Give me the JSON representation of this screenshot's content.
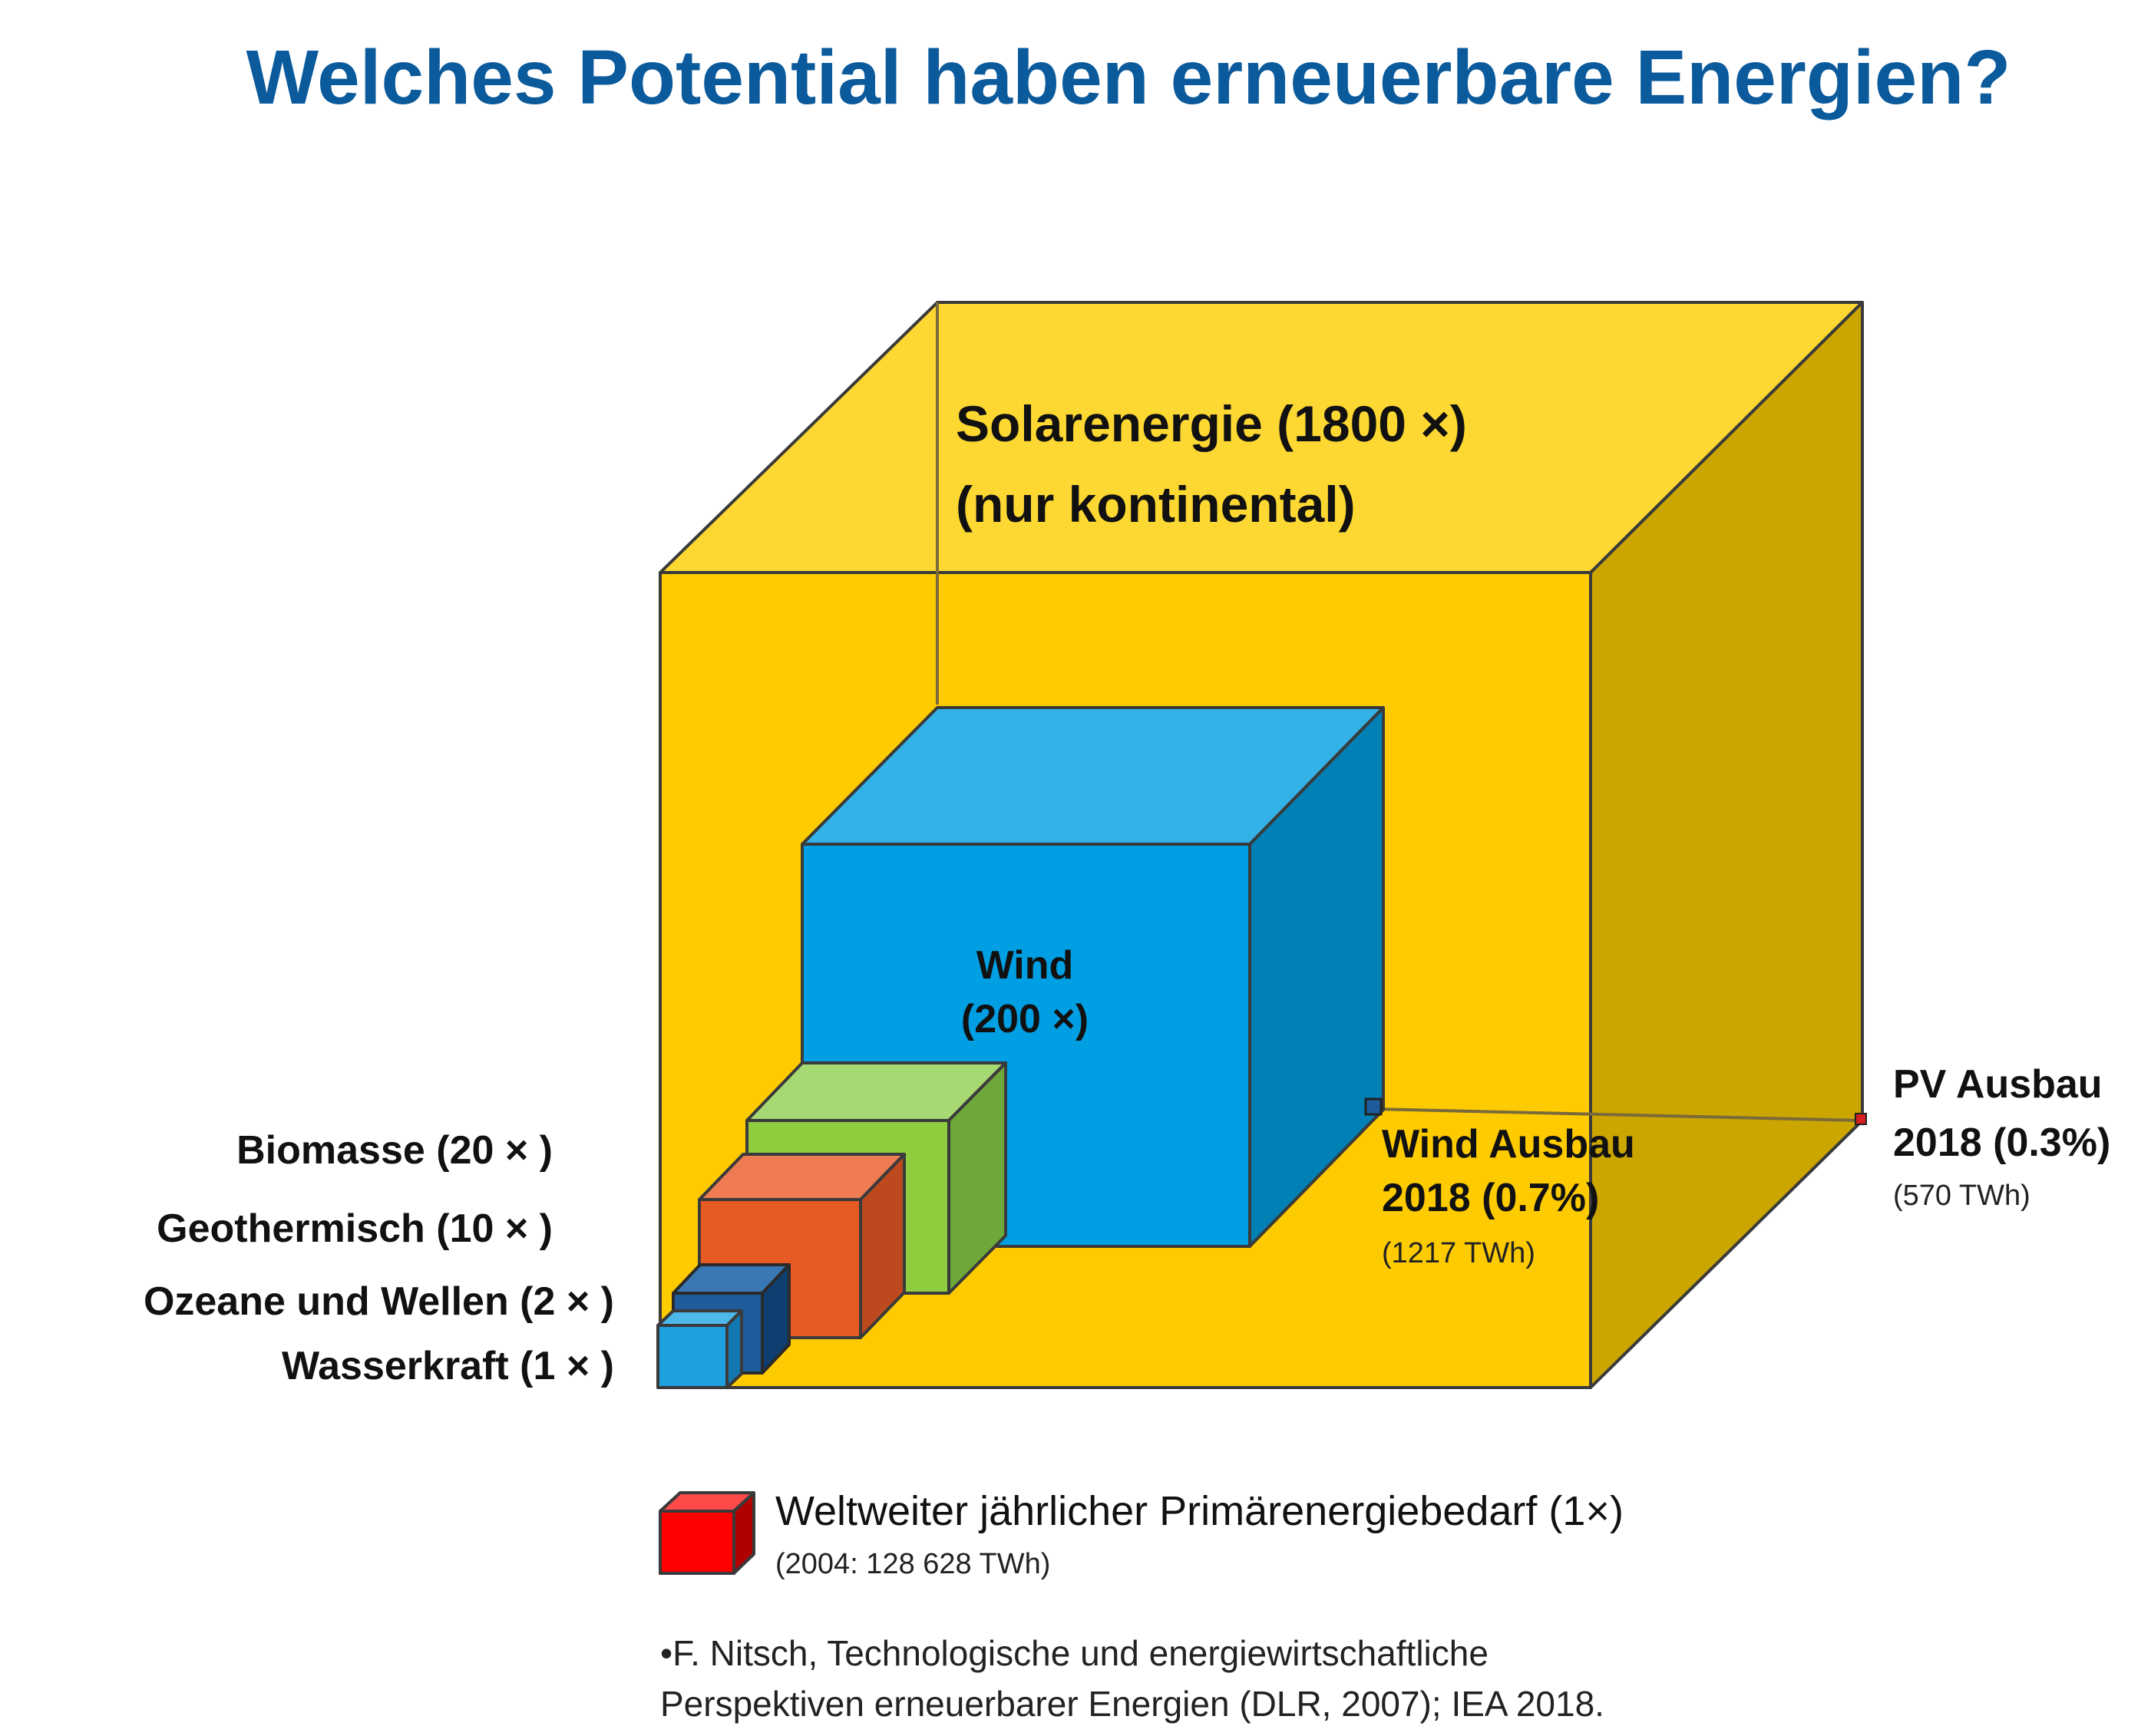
{
  "title": "Welches Potential haben erneuerbare Energien?",
  "cubes": {
    "solar": {
      "line1": "Solarenergie (1800 ×)",
      "line2": "(nur kontinental)",
      "multiple": 1800
    },
    "wind": {
      "line1": "Wind",
      "line2": "(200 ×)",
      "multiple": 200
    },
    "biomasse": {
      "label": "Biomasse (20 × )",
      "multiple": 20
    },
    "geothermisch": {
      "label": "Geothermisch (10 × )",
      "multiple": 10
    },
    "ozeane": {
      "label": "Ozeane und Wellen (2 × )",
      "multiple": 2
    },
    "wasserkraft": {
      "label": "Wasserkraft (1 × )",
      "multiple": 1
    }
  },
  "markers": {
    "wind_ausbau": {
      "line1": "Wind Ausbau",
      "line2": "2018 (0.7%)",
      "detail": "(1217 TWh)"
    },
    "pv_ausbau": {
      "line1": "PV Ausbau",
      "line2": "2018 (0.3%)",
      "detail": "(570 TWh)"
    }
  },
  "legend": {
    "label": "Weltweiter jährlicher Primärenergiebedarf (1×)",
    "detail": "(2004: 128 628 TWh)"
  },
  "source": {
    "line1": "•F. Nitsch, Technologische und energiewirtschaftliche",
    "line2": "Perspektiven erneuerbarer Energien (DLR, 2007); IEA 2018."
  },
  "colors": {
    "title": "#0a5a9c",
    "solar_front": "#fecb00",
    "solar_top": "#fed832",
    "solar_side": "#cba500",
    "wind_front": "#009fe3",
    "wind_top": "#33b2e8",
    "wind_side": "#0080b5",
    "biomasse_front": "#8fcd3f",
    "geothermisch_front": "#e85a24",
    "ozeane_front": "#1e5c9c",
    "wasserkraft_front": "#1e9fe0",
    "legend_front": "#ff0000"
  }
}
